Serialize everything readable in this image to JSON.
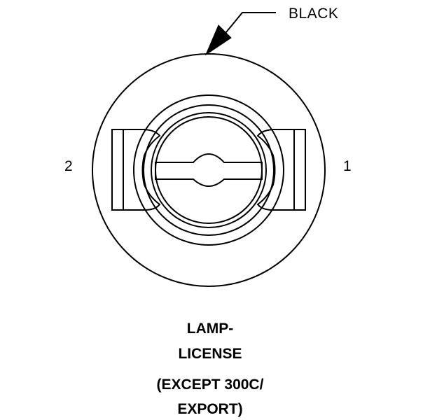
{
  "connector": {
    "callout_label": "BLACK",
    "pin_left": "2",
    "pin_right": "1",
    "caption_lines": [
      "LAMP-",
      "LICENSE",
      "(EXCEPT 300C/",
      "EXPORT)"
    ]
  },
  "colors": {
    "line": "#000000",
    "background": "#ffffff"
  }
}
